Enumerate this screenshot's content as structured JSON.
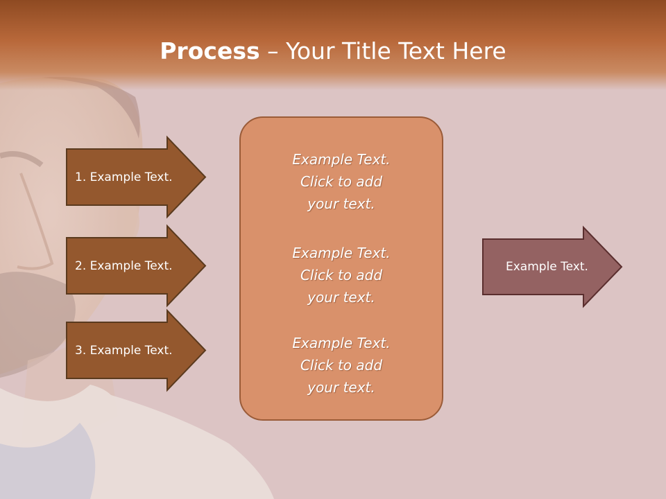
{
  "title": {
    "bold": "Process",
    "rest": " – Your Title Text Here"
  },
  "arrows": [
    {
      "label": "1. Example Text."
    },
    {
      "label": "2. Example Text."
    },
    {
      "label": "3. Example Text."
    }
  ],
  "center_box": {
    "items": [
      {
        "line1": "Example Text.",
        "line2": "Click  to add",
        "line3": "your text."
      },
      {
        "line1": "Example Text.",
        "line2": "Click  to add",
        "line3": "your text."
      },
      {
        "line1": "Example Text.",
        "line2": "Click  to add",
        "line3": "your text."
      }
    ]
  },
  "output_arrow": {
    "label": "Example Text."
  },
  "colors": {
    "header_dark": "#8e4a22",
    "arrow_fill": "#94582e",
    "arrow_border": "#5a3a1e",
    "center_fill": "#d9916b",
    "output_fill": "#946262",
    "background": "#dcc4c4"
  }
}
